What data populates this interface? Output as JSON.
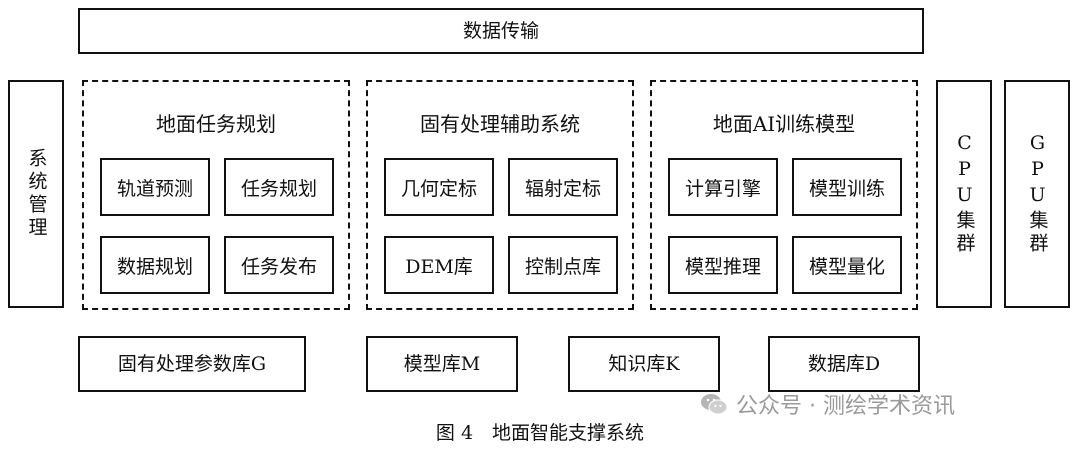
{
  "top_bar": {
    "label": "数据传输"
  },
  "left_panel": {
    "label": "系统管理"
  },
  "groups": [
    {
      "title": "地面任务规划",
      "items": [
        "轨道预测",
        "任务规划",
        "数据规划",
        "任务发布"
      ]
    },
    {
      "title": "固有处理辅助系统",
      "items": [
        "几何定标",
        "辐射定标",
        "DEM库",
        "控制点库"
      ]
    },
    {
      "title": "地面AI训练模型",
      "items": [
        "计算引擎",
        "模型训练",
        "模型推理",
        "模型量化"
      ]
    }
  ],
  "clusters": [
    {
      "label": "CPU集群"
    },
    {
      "label": "GPU集群"
    }
  ],
  "databases": [
    {
      "label": "固有处理参数库G"
    },
    {
      "label": "模型库M"
    },
    {
      "label": "知识库K"
    },
    {
      "label": "数据库D"
    }
  ],
  "watermark": {
    "text": "公众号 · 测绘学术资讯",
    "icon": "wechat-icon"
  },
  "caption": "图 4　地面智能支撑系统"
}
